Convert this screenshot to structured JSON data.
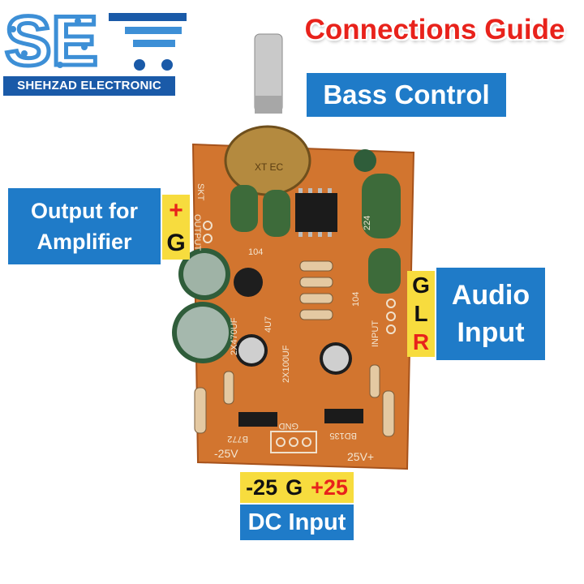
{
  "brand": {
    "logo_letters": "SE",
    "name": "SHEHZAD ELECTRONIC"
  },
  "title": "Connections Guide",
  "labels": {
    "bass": "Bass Control",
    "output_line1": "Output for",
    "output_line2": "Amplifier",
    "audio_line1": "Audio",
    "audio_line2": "Input",
    "dc": "DC Input"
  },
  "pins": {
    "output_plus": "+",
    "output_g": "G",
    "audio_g": "G",
    "audio_l": "L",
    "audio_r": "R",
    "dc_minus": "-25",
    "dc_g": "G",
    "dc_plus": "+25"
  },
  "board_text": {
    "skt": "SKT",
    "output": "OUTPUT",
    "input": "INPUT",
    "tr_left": "B772",
    "tr_right": "BD135",
    "gnd": "GND",
    "neg_supply": "-25V",
    "pos_supply": "25V+",
    "cap_1": "2X100UF",
    "cap_2": "4U7",
    "cap_3": "2X470UF",
    "res_code": "104",
    "res_code_2": "104",
    "cap_4": "224",
    "pot_text": "XT EC"
  },
  "colors": {
    "title_red": "#e8221b",
    "label_blue": "#1f7bc8",
    "pin_yellow": "#f7dc3e",
    "pcb_orange": "#d2752f",
    "brand_blue": "#1a5aa8"
  }
}
